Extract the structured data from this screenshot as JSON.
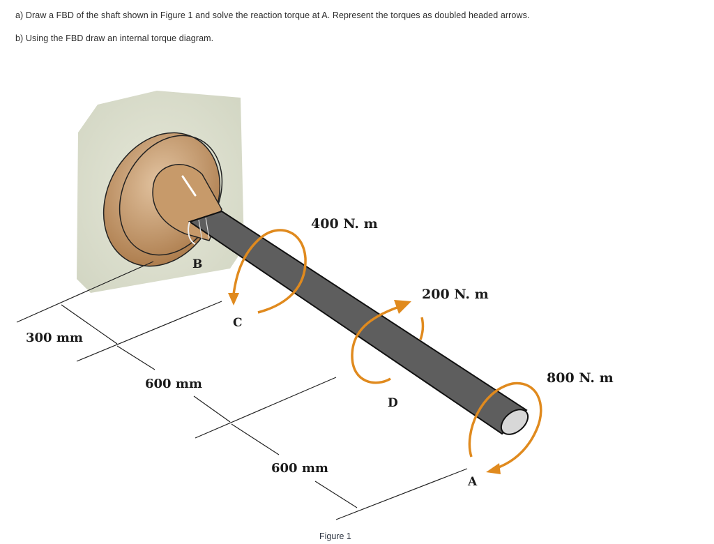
{
  "questions": {
    "a": "a) Draw a FBD of the shaft shown in Figure 1 and solve the reaction torque at A. Represent the torques as doubled headed arrows.",
    "b": "b) Using the FBD draw an internal torque diagram."
  },
  "figure": {
    "caption": "Figure 1",
    "points": {
      "B": "B",
      "C": "C",
      "D": "D",
      "A": "A"
    },
    "torques": {
      "C": "400 N. m",
      "D": "200 N. m",
      "A": "800 N. m"
    },
    "dimensions": {
      "BC": "300 mm",
      "CD": "600 mm",
      "DA": "600 mm"
    },
    "colors": {
      "torque_arrow": "#e08a1e",
      "wall": "#d9dccb",
      "flange": "#b88a5a",
      "shaft": "#8c8c8c"
    }
  }
}
